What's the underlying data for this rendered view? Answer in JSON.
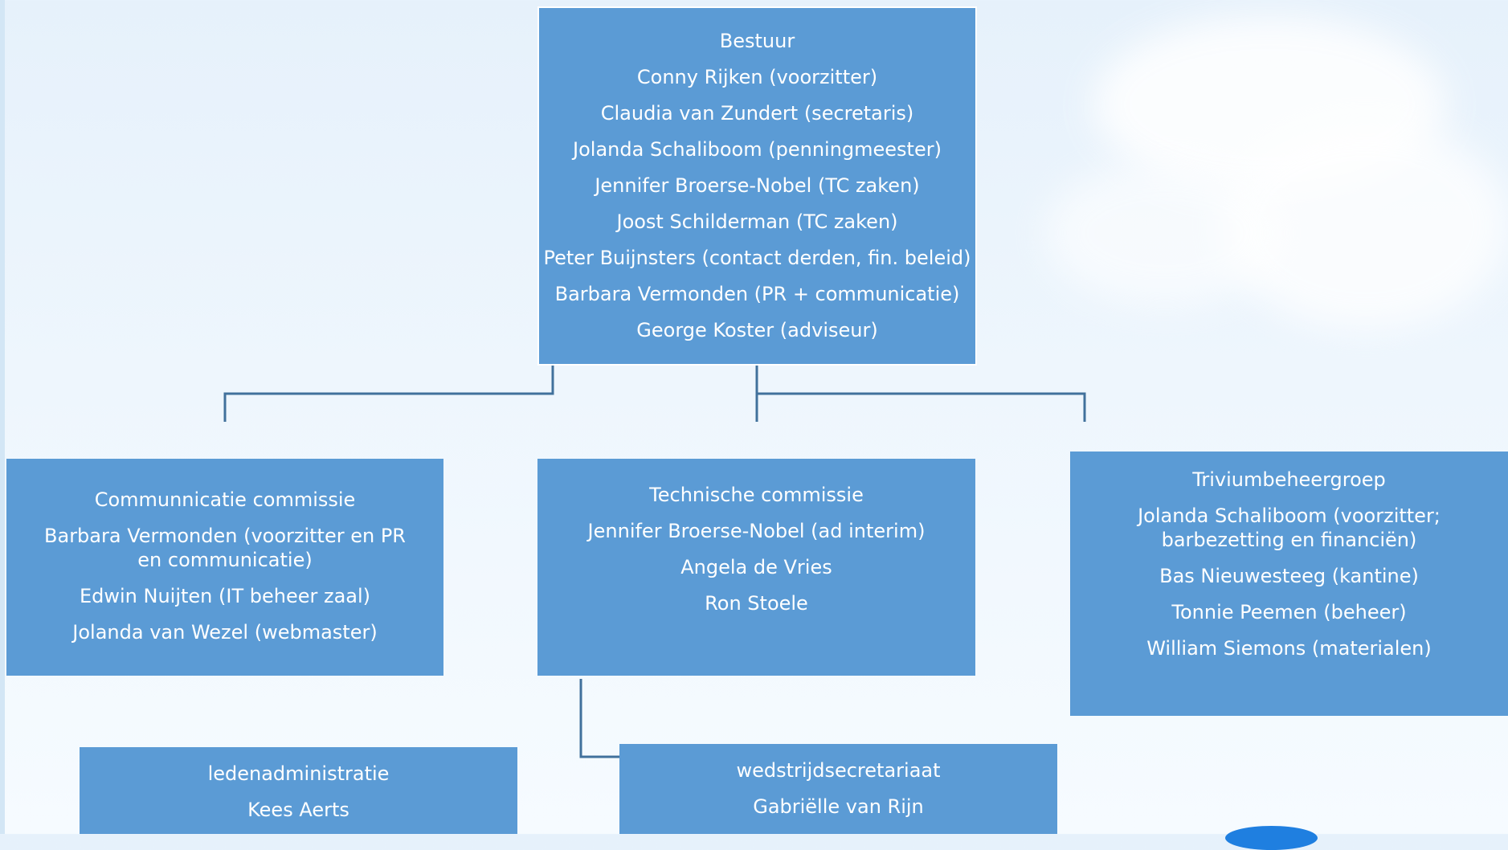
{
  "org_chart": {
    "bestuur": {
      "title": "Bestuur",
      "members": [
        "Conny Rijken (voorzitter)",
        "Claudia van Zundert (secretaris)",
        "Jolanda Schaliboom (penningmeester)",
        "Jennifer Broerse-Nobel (TC zaken)",
        "Joost Schilderman (TC zaken)",
        "Peter Buijnsters (contact derden, fin. beleid)",
        "Barbara Vermonden (PR + communicatie)",
        "George Koster (adviseur)"
      ]
    },
    "communicatie": {
      "title": "Communnicatie commissie",
      "members": [
        "Barbara Vermonden (voorzitter en PR en communicatie)",
        "Edwin Nuijten (IT beheer zaal)",
        "Jolanda van Wezel (webmaster)"
      ]
    },
    "technische": {
      "title": "Technische commissie",
      "members": [
        "Jennifer Broerse-Nobel (ad interim)",
        "Angela de Vries",
        "Ron Stoele"
      ]
    },
    "trivium": {
      "title": "Triviumbeheergroep",
      "members": [
        "Jolanda Schaliboom (voorzitter; barbezetting en financiën)",
        "Bas Nieuwesteeg (kantine)",
        "Tonnie Peemen (beheer)",
        "William Siemons (materialen)"
      ]
    },
    "ledenadministratie": {
      "title": "ledenadministratie",
      "members": [
        "Kees Aerts"
      ]
    },
    "wedstrijdsecretariaat": {
      "title": "wedstrijdsecretariaat",
      "members": [
        "Gabriëlle van Rijn"
      ]
    }
  },
  "colors": {
    "box_fill": "#5b9bd5",
    "connector": "#41719c",
    "text": "#ffffff"
  }
}
